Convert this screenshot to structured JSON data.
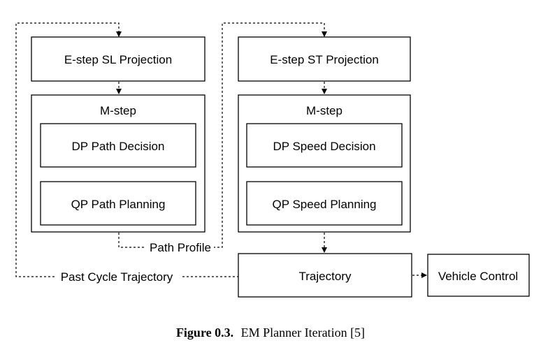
{
  "diagram": {
    "left_column": {
      "estep": "E-step SL Projection",
      "mstep": "M-step",
      "decision": "DP Path Decision",
      "planning": "QP Path Planning"
    },
    "right_column": {
      "estep": "E-step ST Projection",
      "mstep": "M-step",
      "decision": "DP Speed Decision",
      "planning": "QP Speed Planning"
    },
    "trajectory": "Trajectory",
    "vehicle_control": "Vehicle Control",
    "edge_labels": {
      "path_profile": "Path Profile",
      "past_cycle": "Past Cycle Trajectory"
    }
  },
  "caption": {
    "bold": "Figure 0.3.",
    "text": "EM Planner Iteration [5]"
  }
}
